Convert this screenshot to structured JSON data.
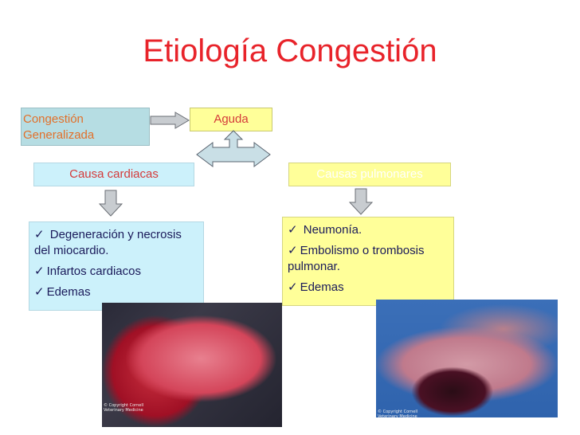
{
  "title": "Etiología Congestión",
  "flow": {
    "congestion_line1": "Congestión",
    "congestion_line2": "Generalizada",
    "aguda": "Aguda",
    "cardiac_cause": "Causa cardiacas",
    "pulmonary_cause": "Causas pulmonares"
  },
  "cardiac_list": [
    " Degeneración y necrosis del miocardio.",
    "Infartos cardiacos",
    "Edemas"
  ],
  "pulmonary_list": [
    " Neumonía.",
    "Embolismo o trombosis pulmonar.",
    "Edemas"
  ],
  "photos": {
    "copyright_line1": "© Copyright Cornell",
    "copyright_line2": "Veterinary Medicine"
  },
  "colors": {
    "title": "#e8232a",
    "aguda_box": "#ffff99",
    "cardiac_box": "#ccf1fb",
    "congestion_box": "#b6dde3"
  }
}
